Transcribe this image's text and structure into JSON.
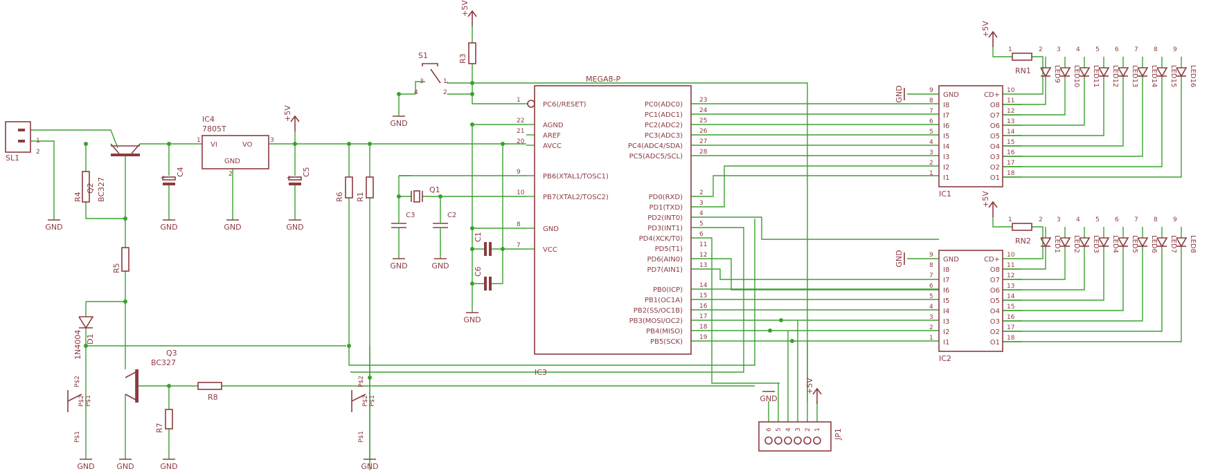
{
  "title": "MEGA8-P",
  "ic_mcu": {
    "ref": "IC3",
    "value": "MEGA8-P",
    "left_pins": [
      {
        "num": "1",
        "name": "PC6(/RESET)"
      },
      {
        "num": "22",
        "name": "AGND"
      },
      {
        "num": "21",
        "name": "AREF"
      },
      {
        "num": "20",
        "name": "AVCC"
      },
      {
        "num": "9",
        "name": "PB6(XTAL1/TOSC1)"
      },
      {
        "num": "10",
        "name": "PB7(XTAL2/TOSC2)"
      },
      {
        "num": "8",
        "name": "GND"
      },
      {
        "num": "7",
        "name": "VCC"
      }
    ],
    "right_pins": [
      {
        "num": "23",
        "name": "PC0(ADC0)"
      },
      {
        "num": "24",
        "name": "PC1(ADC1)"
      },
      {
        "num": "25",
        "name": "PC2(ADC2)"
      },
      {
        "num": "26",
        "name": "PC3(ADC3)"
      },
      {
        "num": "27",
        "name": "PC4(ADC4/SDA)"
      },
      {
        "num": "28",
        "name": "PC5(ADC5/SCL)"
      },
      {
        "num": "2",
        "name": "PD0(RXD)"
      },
      {
        "num": "3",
        "name": "PD1(TXD)"
      },
      {
        "num": "4",
        "name": "PD2(INT0)"
      },
      {
        "num": "5",
        "name": "PD3(INT1)"
      },
      {
        "num": "6",
        "name": "PD4(XCK/T0)"
      },
      {
        "num": "11",
        "name": "PD5(T1)"
      },
      {
        "num": "12",
        "name": "PD6(AIN0)"
      },
      {
        "num": "13",
        "name": "PD7(AIN1)"
      },
      {
        "num": "14",
        "name": "PB0(ICP)"
      },
      {
        "num": "15",
        "name": "PB1(OC1A)"
      },
      {
        "num": "16",
        "name": "PB2(SS/OC1B)"
      },
      {
        "num": "17",
        "name": "PB3(MOSI/OC2)"
      },
      {
        "num": "18",
        "name": "PB4(MISO)"
      },
      {
        "num": "19",
        "name": "PB5(SCK)"
      }
    ]
  },
  "drivers": [
    {
      "ref": "IC1",
      "top_left": "GND",
      "top_left_num": "9",
      "top_right": "CD+",
      "top_right_num": "10",
      "inputs": [
        {
          "num": "8",
          "name": "I8"
        },
        {
          "num": "7",
          "name": "I7"
        },
        {
          "num": "6",
          "name": "I6"
        },
        {
          "num": "5",
          "name": "I5"
        },
        {
          "num": "4",
          "name": "I4"
        },
        {
          "num": "3",
          "name": "I3"
        },
        {
          "num": "2",
          "name": "I2"
        },
        {
          "num": "1",
          "name": "I1"
        }
      ],
      "outputs": [
        {
          "num": "11",
          "name": "O8"
        },
        {
          "num": "12",
          "name": "O7"
        },
        {
          "num": "13",
          "name": "O6"
        },
        {
          "num": "14",
          "name": "O5"
        },
        {
          "num": "15",
          "name": "O4"
        },
        {
          "num": "16",
          "name": "O3"
        },
        {
          "num": "17",
          "name": "O2"
        },
        {
          "num": "18",
          "name": "O1"
        }
      ],
      "rn": "RN1",
      "rn_pins": [
        "1",
        "2",
        "3",
        "4",
        "5",
        "6",
        "7",
        "8",
        "9"
      ],
      "leds": [
        "LED9",
        "LED10",
        "LED11",
        "LED12",
        "LED13",
        "LED14",
        "LED15",
        "LED16"
      ],
      "gnd_label": "GND",
      "vcc_label": "+5V"
    },
    {
      "ref": "IC2",
      "top_left": "GND",
      "top_left_num": "9",
      "top_right": "CD+",
      "top_right_num": "10",
      "inputs": [
        {
          "num": "8",
          "name": "I8"
        },
        {
          "num": "7",
          "name": "I7"
        },
        {
          "num": "6",
          "name": "I6"
        },
        {
          "num": "5",
          "name": "I5"
        },
        {
          "num": "4",
          "name": "I4"
        },
        {
          "num": "3",
          "name": "I3"
        },
        {
          "num": "2",
          "name": "I2"
        },
        {
          "num": "1",
          "name": "I1"
        }
      ],
      "outputs": [
        {
          "num": "11",
          "name": "O8"
        },
        {
          "num": "12",
          "name": "O7"
        },
        {
          "num": "13",
          "name": "O6"
        },
        {
          "num": "14",
          "name": "O5"
        },
        {
          "num": "15",
          "name": "O4"
        },
        {
          "num": "16",
          "name": "O3"
        },
        {
          "num": "17",
          "name": "O2"
        },
        {
          "num": "18",
          "name": "O1"
        }
      ],
      "rn": "RN2",
      "rn_pins": [
        "1",
        "2",
        "3",
        "4",
        "5",
        "6",
        "7",
        "8",
        "9"
      ],
      "leds": [
        "LED1",
        "LED2",
        "LED3",
        "LED4",
        "LED5",
        "LED6",
        "LED7",
        "LED8"
      ],
      "gnd_label": "GND",
      "vcc_label": "+5V"
    }
  ],
  "labels": {
    "sl1": "SL1",
    "sl1_p1": "1",
    "sl1_p2": "2",
    "ic4": "IC4",
    "ic4_val": "7805T",
    "vi": "VI",
    "vo": "VO",
    "reg_gnd": "GND",
    "reg_p1": "1",
    "reg_p2": "2",
    "reg_p3": "3",
    "q2": "Q2",
    "bc327_a": "BC327",
    "q3": "Q3",
    "bc327_b": "BC327",
    "r1": "R1",
    "r3": "R3",
    "r4": "R4",
    "r5": "R5",
    "r6": "R6",
    "r7": "R7",
    "r8": "R8",
    "c1": "C1",
    "c2": "C2",
    "c3": "C3",
    "c4": "C4",
    "c5": "C5",
    "c6": "C6",
    "q1": "Q1",
    "d1": "D1",
    "d1_val": "1N4004",
    "s1": "S1",
    "s1_p1": "1",
    "s1_p2": "2",
    "s1_p3": "3",
    "s1_p4": "4",
    "jp1": "JP1",
    "jp_pins": [
      "6",
      "5",
      "4",
      "3",
      "2",
      "1"
    ],
    "gnd": "GND",
    "vcc": "+5V",
    "ps1": "P$1",
    "ps2": "P$2"
  }
}
